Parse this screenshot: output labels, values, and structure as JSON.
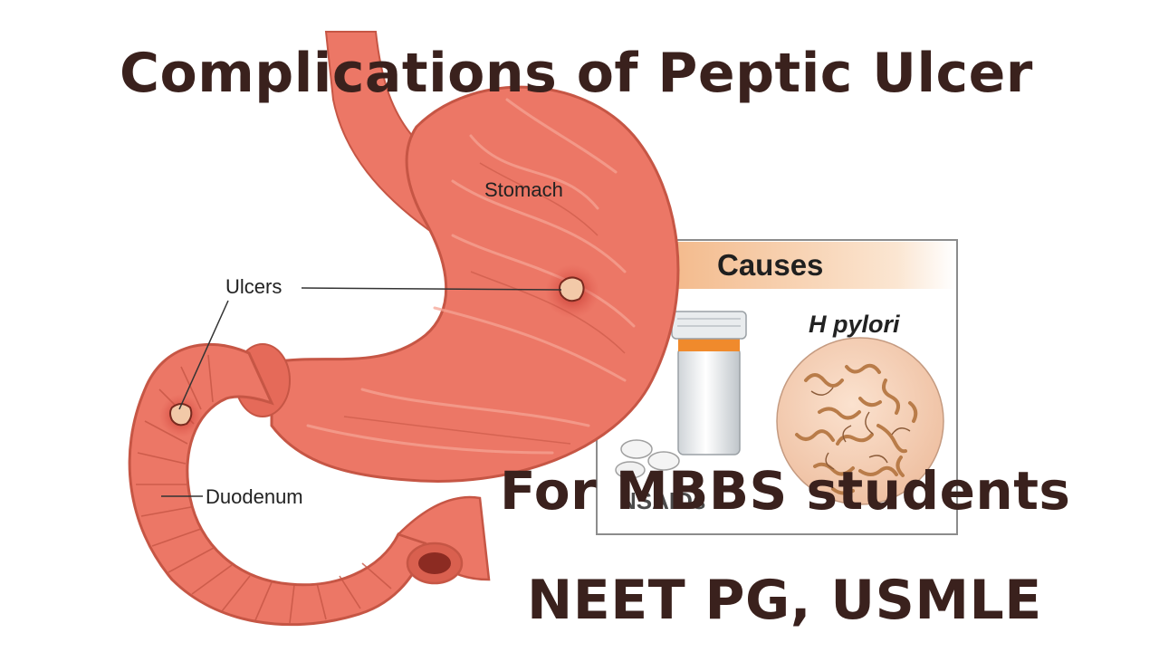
{
  "title": "Complications of Peptic Ulcer",
  "subtitle_line1": "For MBBS students",
  "subtitle_line2": "NEET PG, USMLE",
  "labels": {
    "stomach": "Stomach",
    "ulcers": "Ulcers",
    "duodenum": "Duodenum"
  },
  "causes_panel": {
    "title": "Causes",
    "items": [
      "H pylori",
      "NSAIDs"
    ]
  },
  "colors": {
    "title_text": "#3a211d",
    "tissue": "#ec7766",
    "tissue_dark": "#c65645",
    "panel_header": "#f6c9a0"
  }
}
